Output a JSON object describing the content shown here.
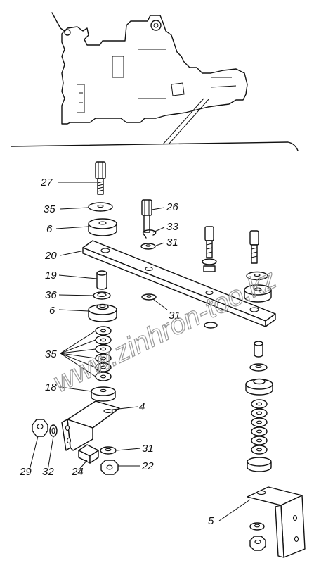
{
  "diagram": {
    "watermark": "www.zinhron-too.kz",
    "labels": {
      "n27": "27",
      "n35a": "35",
      "n6a": "6",
      "n26": "26",
      "n33": "33",
      "n31a": "31",
      "n20": "20",
      "n19": "19",
      "n36": "36",
      "n6b": "6",
      "n31b": "31",
      "n35b": "35",
      "n18": "18",
      "n4": "4",
      "n31c": "31",
      "n29": "29",
      "n32": "32",
      "n24": "24",
      "n22": "22",
      "n5": "5"
    }
  }
}
